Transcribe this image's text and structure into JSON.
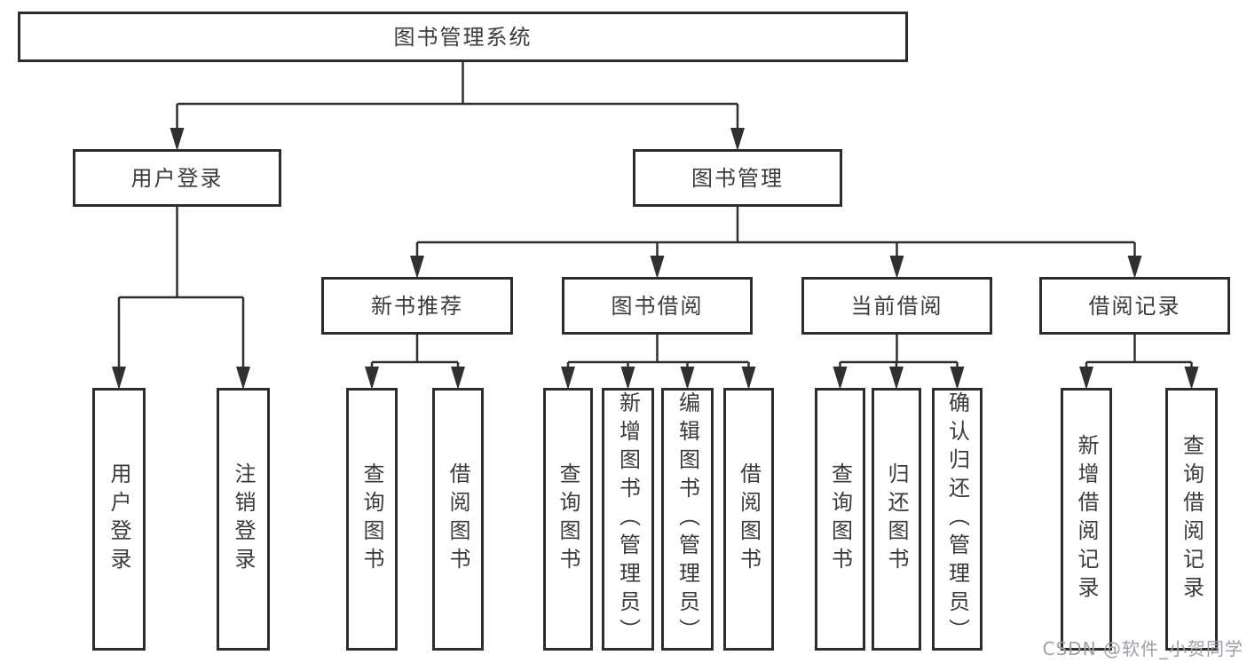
{
  "colors": {
    "background": "#ffffff",
    "line": "#303030",
    "border": "#2d2d2d",
    "text": "#3b3b3b",
    "watermark": "#9e9ea6"
  },
  "watermark": {
    "text": "CSDN @软件_小贺同学"
  },
  "nodes": [
    {
      "id": "root",
      "label": "图书管理系统",
      "orientation": "horizontal"
    },
    {
      "id": "user-login",
      "label": "用户登录",
      "orientation": "horizontal"
    },
    {
      "id": "book-mgmt",
      "label": "图书管理",
      "orientation": "horizontal"
    },
    {
      "id": "new-book-rec",
      "label": "新书推荐",
      "orientation": "horizontal"
    },
    {
      "id": "book-borrow",
      "label": "图书借阅",
      "orientation": "horizontal"
    },
    {
      "id": "current-borrow",
      "label": "当前借阅",
      "orientation": "horizontal"
    },
    {
      "id": "borrow-records",
      "label": "借阅记录",
      "orientation": "horizontal"
    },
    {
      "id": "leaf-user-login",
      "label": "用户登录",
      "orientation": "vertical"
    },
    {
      "id": "leaf-logout",
      "label": "注销登录",
      "orientation": "vertical"
    },
    {
      "id": "query-book-1",
      "label": "查询图书",
      "orientation": "vertical"
    },
    {
      "id": "borrow-book-1",
      "label": "借阅图书",
      "orientation": "vertical"
    },
    {
      "id": "query-book-2",
      "label": "查询图书",
      "orientation": "vertical"
    },
    {
      "id": "add-book",
      "label": "新增图书（管理员）",
      "orientation": "vertical"
    },
    {
      "id": "edit-book",
      "label": "编辑图书（管理员）",
      "orientation": "vertical"
    },
    {
      "id": "borrow-book-2",
      "label": "借阅图书",
      "orientation": "vertical"
    },
    {
      "id": "query-book-3",
      "label": "查询图书",
      "orientation": "vertical"
    },
    {
      "id": "return-book",
      "label": "归还图书",
      "orientation": "vertical"
    },
    {
      "id": "confirm-return",
      "label": "确认归还（管理员）",
      "orientation": "vertical"
    },
    {
      "id": "add-borrow-record",
      "label": "新增借阅记录",
      "orientation": "vertical"
    },
    {
      "id": "query-borrow-record",
      "label": "查询借阅记录",
      "orientation": "vertical"
    }
  ],
  "edges": [
    {
      "from": "root",
      "to": [
        "user-login",
        "book-mgmt"
      ]
    },
    {
      "from": "user-login",
      "to": [
        "leaf-user-login",
        "leaf-logout"
      ]
    },
    {
      "from": "book-mgmt",
      "to": [
        "new-book-rec",
        "book-borrow",
        "current-borrow",
        "borrow-records"
      ]
    },
    {
      "from": "new-book-rec",
      "to": [
        "query-book-1",
        "borrow-book-1"
      ]
    },
    {
      "from": "book-borrow",
      "to": [
        "query-book-2",
        "add-book",
        "edit-book",
        "borrow-book-2"
      ]
    },
    {
      "from": "current-borrow",
      "to": [
        "query-book-3",
        "return-book",
        "confirm-return"
      ]
    },
    {
      "from": "borrow-records",
      "to": [
        "add-borrow-record",
        "query-borrow-record"
      ]
    }
  ]
}
